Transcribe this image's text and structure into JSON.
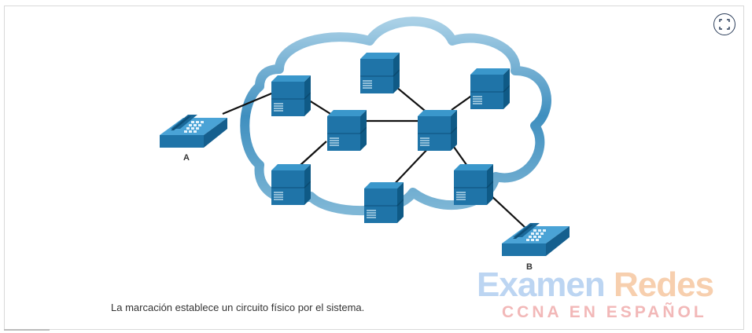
{
  "diagram": {
    "caption": "La marcación establece un circuito físico por el sistema.",
    "label_a": "A",
    "label_b": "B"
  },
  "watermark": {
    "title_part1": "Examen",
    "title_part2": "Redes",
    "subtitle": "CCNA EN ESPAÑOL"
  },
  "controls": {
    "expand_icon": "expand-icon"
  },
  "colors": {
    "cloud": "#5a9ec4",
    "switch_top": "#2a84b8",
    "switch_front": "#1c6b9b",
    "link": "#111111"
  }
}
